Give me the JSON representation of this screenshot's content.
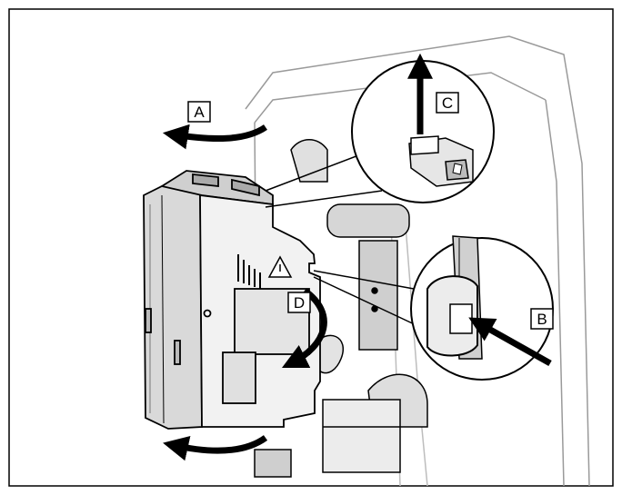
{
  "figure": {
    "labels": {
      "a": "A",
      "b": "B",
      "c": "C",
      "d": "D"
    },
    "colors": {
      "line": "#000000",
      "device_shade": "#d9d9d9",
      "device_light": "#f2f2f2",
      "housing_line": "#9a9a9a",
      "background": "#ffffff"
    },
    "icons": [
      "arrow-icon",
      "warning-triangle-icon",
      "zoom-detail-circle"
    ]
  }
}
